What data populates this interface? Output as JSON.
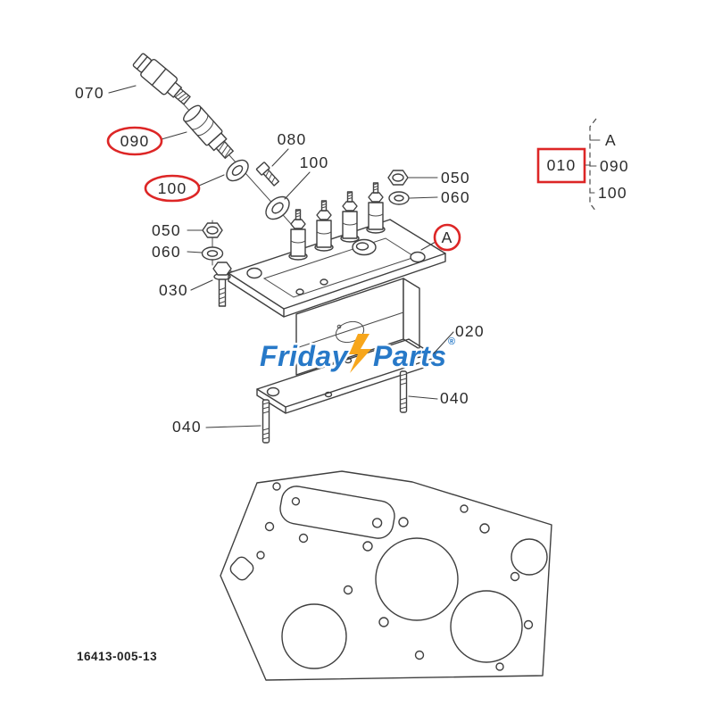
{
  "figure": {
    "drawing_number": "16413-005-13",
    "detail_marker": {
      "label": "A"
    },
    "callouts": {
      "c070": "070",
      "c090": "090",
      "c080": "080",
      "c100_top": "100",
      "c100_left": "100",
      "c050_right": "050",
      "c060_right": "060",
      "c050_left": "050",
      "c060_left": "060",
      "c030": "030",
      "c020": "020",
      "c040_right": "040",
      "c040_left": "040"
    },
    "legend": {
      "boxed_item": "010",
      "rows": [
        "A",
        "090",
        "100"
      ]
    },
    "watermark": {
      "word1": "Friday",
      "word2": "Parts",
      "registered": "®"
    },
    "colors": {
      "line": "#3f3f3f",
      "label_text": "#2b2b2b",
      "annotation_red": "#dd2626",
      "brand_blue": "#2779c8",
      "brand_orange": "#f7a61b"
    }
  }
}
